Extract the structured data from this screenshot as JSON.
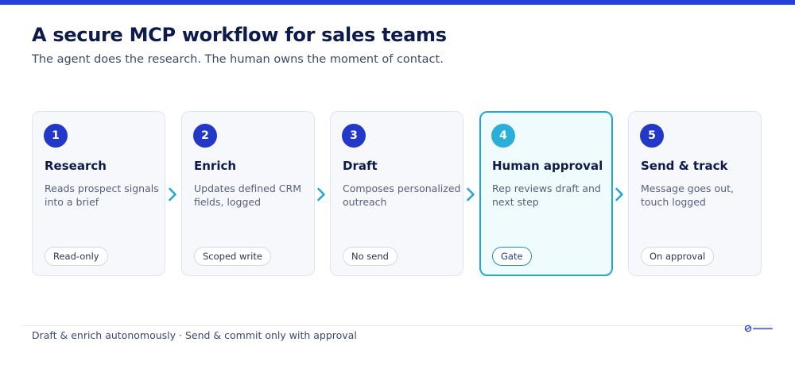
{
  "header": {
    "title": "A secure MCP workflow for sales teams",
    "subtitle": "The agent does the research. The human owns the moment of contact."
  },
  "steps": [
    {
      "number": "1",
      "title": "Research",
      "description": "Reads prospect signals into a brief",
      "badge": "Read-only"
    },
    {
      "number": "2",
      "title": "Enrich",
      "description": "Updates defined CRM fields, logged",
      "badge": "Scoped write"
    },
    {
      "number": "3",
      "title": "Draft",
      "description": "Composes personalized outreach",
      "badge": "No send"
    },
    {
      "number": "4",
      "title": "Human approval",
      "description": "Rep reviews draft and next step",
      "badge": "Gate"
    },
    {
      "number": "5",
      "title": "Send & track",
      "description": "Message goes out, touch logged",
      "badge": "On approval"
    }
  ],
  "footer": {
    "note": "Draft & enrich autonomously · Send & commit only with approval"
  },
  "colors": {
    "brand": "#2440d8",
    "step_number": "#2338c9",
    "highlight": "#1fa7d6",
    "arrow": "#1fa7d6"
  }
}
